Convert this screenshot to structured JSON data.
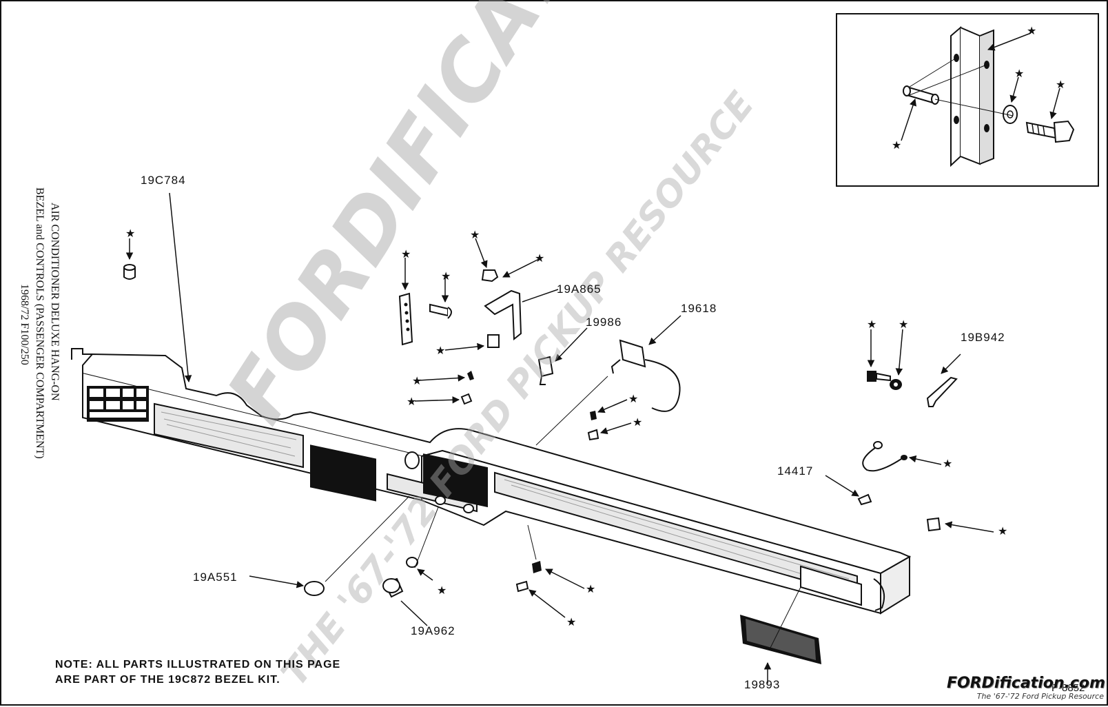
{
  "title_lines": [
    "AIR CONDITIONER DELUXE HANG-ON",
    "BEZEL and CONTROLS (PASSENGER COMPARTMENT)",
    "1968/72 F100/250"
  ],
  "part_numbers": {
    "bezel": "19C784",
    "bracket": "19A865",
    "switch": "19986",
    "control": "19618",
    "support_bracket": "19B942",
    "wire": "14417",
    "knob_insert": "19A551",
    "knob": "19A962",
    "louver": "19893"
  },
  "note": {
    "line1": "NOTE: ALL PARTS ILLUSTRATED ON THIS PAGE",
    "line2": "ARE PART OF THE 19C872 BEZEL KIT."
  },
  "drawing_number": "P-8852",
  "watermark": {
    "main": "FORDIFICATION.COM",
    "sub": "THE '67-'72 FORD PICKUP RESOURCE"
  },
  "brand": {
    "name": "FORDification.com",
    "tagline": "The '67-'72 Ford Pickup Resource"
  },
  "symbols": {
    "star": "★"
  }
}
